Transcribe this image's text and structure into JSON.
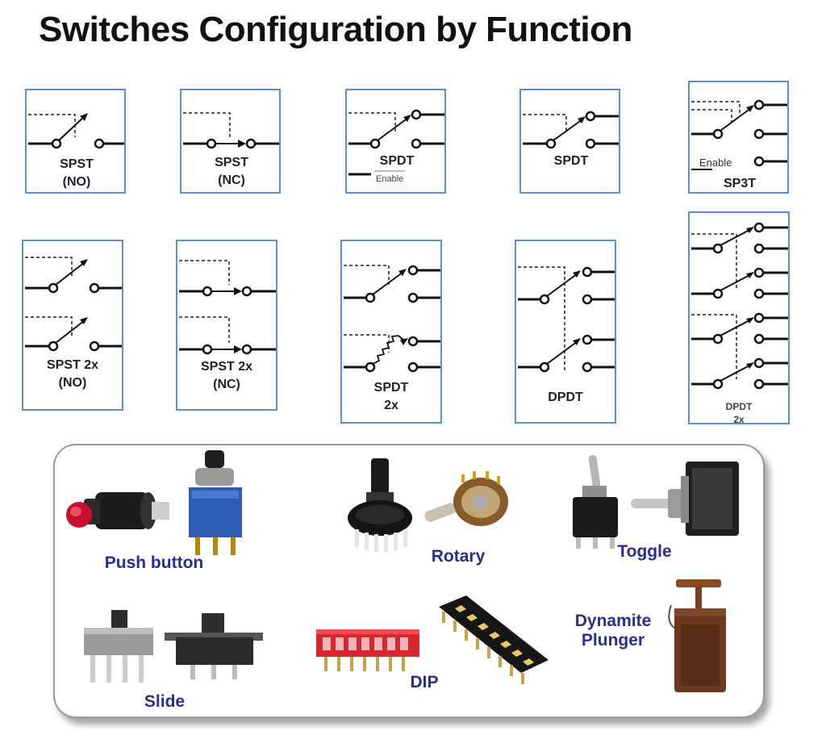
{
  "title": "Switches Configuration by Function",
  "diagrams": {
    "spst_no": {
      "line1": "SPST",
      "line2": "(NO)"
    },
    "spst_nc": {
      "line1": "SPST",
      "line2": "(NC)"
    },
    "spdt_enable": {
      "line1": "SPDT",
      "sub": "Enable"
    },
    "spdt": {
      "line1": "SPDT"
    },
    "sp3t": {
      "line1": "SP3T",
      "sub": "Enable"
    },
    "spst2x_no": {
      "line1": "SPST 2x",
      "line2": "(NO)"
    },
    "spst2x_nc": {
      "line1": "SPST 2x",
      "line2": "(NC)"
    },
    "spdt2x": {
      "line1": "SPDT",
      "line2": "2x"
    },
    "dpdt": {
      "line1": "DPDT"
    },
    "dpdt2x": {
      "line1": "DPDT",
      "line2": "2x"
    }
  },
  "types": {
    "push_button": "Push button",
    "rotary": "Rotary",
    "toggle": "Toggle",
    "slide": "Slide",
    "dip": "DIP",
    "dynamite": "Dynamite",
    "plunger": "Plunger"
  },
  "colors": {
    "frame": "#5b8fd6",
    "label_blue": "#2a2e8f",
    "dip_red": "#d7262d"
  }
}
